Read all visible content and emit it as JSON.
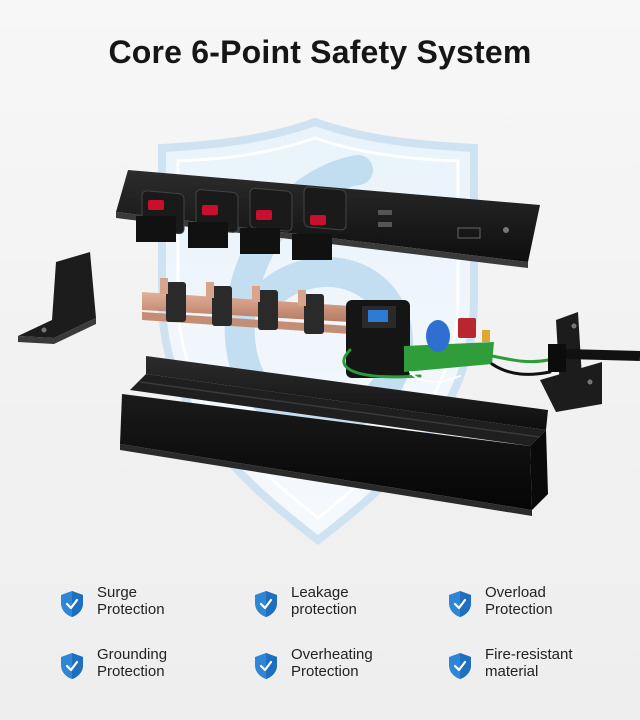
{
  "title": "Core 6-Point Safety System",
  "accent_color": "#2f86d6",
  "features": [
    {
      "line1": "Surge",
      "line2": "Protection",
      "icon": "shield-check-icon"
    },
    {
      "line1": "Leakage",
      "line2": "protection",
      "icon": "shield-check-icon"
    },
    {
      "line1": "Overload",
      "line2": "Protection",
      "icon": "shield-check-icon"
    },
    {
      "line1": "Grounding",
      "line2": "Protection",
      "icon": "shield-check-icon"
    },
    {
      "line1": "Overheating",
      "line2": "Protection",
      "icon": "shield-check-icon"
    },
    {
      "line1": "Fire-resistant",
      "line2": "material",
      "icon": "shield-check-icon"
    }
  ]
}
